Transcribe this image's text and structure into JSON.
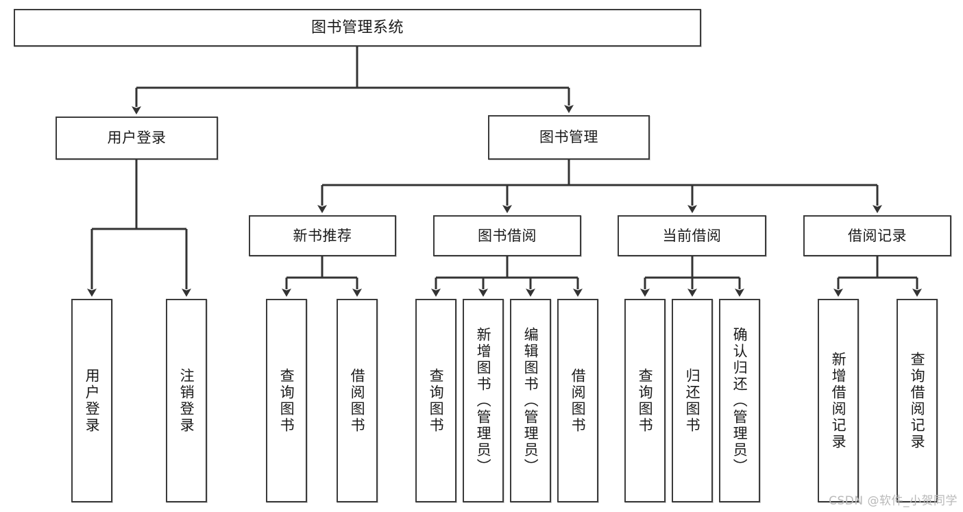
{
  "diagram": {
    "title": "图书管理系统",
    "type": "tree",
    "watermark": "CSDN @软件_小贺同学",
    "colors": {
      "box_border": "#3b3b3b",
      "box_fill": "#ffffff",
      "connector": "#333333",
      "text": "#1a1a1a",
      "watermark": "#b9b9b9",
      "background": "#ffffff"
    },
    "nodes": {
      "root": {
        "label": "图书管理系统",
        "level": 0
      },
      "user_login": {
        "label": "用户登录",
        "level": 1
      },
      "book_manage": {
        "label": "图书管理",
        "level": 1
      },
      "new_book_rec": {
        "label": "新书推荐",
        "level": 2
      },
      "book_borrow": {
        "label": "图书借阅",
        "level": 2
      },
      "current_borrow": {
        "label": "当前借阅",
        "level": 2
      },
      "borrow_record": {
        "label": "借阅记录",
        "level": 2
      },
      "leaf_user_login": {
        "label": "用户登录",
        "level": 3,
        "parent": "用户登录"
      },
      "leaf_logout": {
        "label": "注销登录",
        "level": 3,
        "parent": "用户登录"
      },
      "leaf_query_book_1": {
        "label": "查询图书",
        "level": 3,
        "parent": "新书推荐"
      },
      "leaf_borrow_book_1": {
        "label": "借阅图书",
        "level": 3,
        "parent": "新书推荐"
      },
      "leaf_query_book_2": {
        "label": "查询图书",
        "level": 3,
        "parent": "图书借阅"
      },
      "leaf_add_book": {
        "label": "新增图书（管理员）",
        "level": 3,
        "parent": "图书借阅"
      },
      "leaf_edit_book": {
        "label": "编辑图书（管理员）",
        "level": 3,
        "parent": "图书借阅"
      },
      "leaf_borrow_book_2": {
        "label": "借阅图书",
        "level": 3,
        "parent": "图书借阅"
      },
      "leaf_query_book_3": {
        "label": "查询图书",
        "level": 3,
        "parent": "当前借阅"
      },
      "leaf_return_book": {
        "label": "归还图书",
        "level": 3,
        "parent": "当前借阅"
      },
      "leaf_confirm_return": {
        "label": "确认归还（管理员）",
        "level": 3,
        "parent": "当前借阅"
      },
      "leaf_add_record": {
        "label": "新增借阅记录",
        "level": 3,
        "parent": "借阅记录"
      },
      "leaf_query_record": {
        "label": "查询借阅记录",
        "level": 3,
        "parent": "借阅记录"
      }
    }
  }
}
